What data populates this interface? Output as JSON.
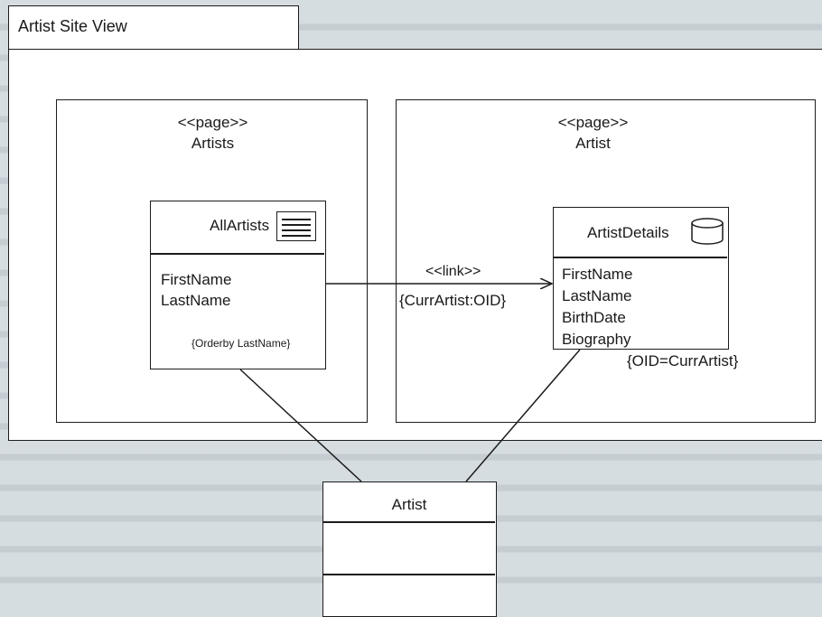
{
  "site_view": {
    "title": "Artist Site View"
  },
  "pages": [
    {
      "stereotype": "<<page>>",
      "name": "Artists",
      "unit": {
        "name": "AllArtists",
        "icon": "index-list-icon",
        "attributes": [
          "FirstName",
          "LastName"
        ],
        "note": "{Orderby LastName}"
      }
    },
    {
      "stereotype": "<<page>>",
      "name": "Artist",
      "unit": {
        "name": "ArtistDetails",
        "icon": "database-cylinder-icon",
        "attributes": [
          "FirstName",
          "LastName",
          "BirthDate",
          "Biography"
        ],
        "note": "{OID=CurrArtist}"
      }
    }
  ],
  "link": {
    "stereotype": "<<link>>",
    "parameter": "{CurrArtist:OID}"
  },
  "entity": {
    "name": "Artist"
  }
}
